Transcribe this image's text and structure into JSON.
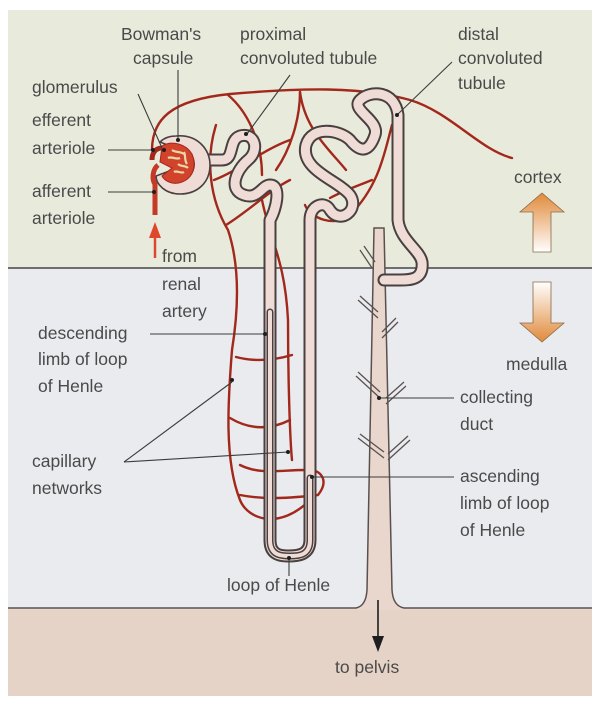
{
  "diagram": {
    "title": "Structure of a nephron",
    "colors": {
      "cortex_bg": "#e8ebdc",
      "medulla_bg": "#e9ebee",
      "pelvis_bg": "#e6d3c7",
      "duct_fill": "#e9d6cc",
      "tubule_fill": "#efdcd6",
      "tubule_outline": "#4a4040",
      "capillary": "#a3281c",
      "glomerulus": "#d2432c",
      "zone_arrow": "#e08a3a",
      "inflow_arrow": "#e0472a",
      "text": "#4a4a4a"
    },
    "regions": {
      "cortex": "cortex",
      "medulla": "medulla",
      "pelvis_arrow": "to pelvis",
      "inflow": [
        "from",
        "renal",
        "artery"
      ]
    },
    "labels": {
      "bowmans_capsule": [
        "Bowman's",
        "capsule"
      ],
      "proximal_tubule": [
        "proximal",
        "convoluted tubule"
      ],
      "distal_tubule": [
        "distal",
        "convoluted",
        "tubule"
      ],
      "glomerulus": [
        "glomerulus"
      ],
      "efferent_arteriole": [
        "efferent",
        "arteriole"
      ],
      "afferent_arteriole": [
        "afferent",
        "arteriole"
      ],
      "descending_limb": [
        "descending",
        "limb of loop",
        "of Henle"
      ],
      "capillary_networks": [
        "capillary",
        "networks"
      ],
      "collecting_duct": [
        "collecting",
        "duct"
      ],
      "ascending_limb": [
        "ascending",
        "limb of loop",
        "of Henle"
      ],
      "loop_of_henle": [
        "loop of Henle"
      ]
    }
  }
}
